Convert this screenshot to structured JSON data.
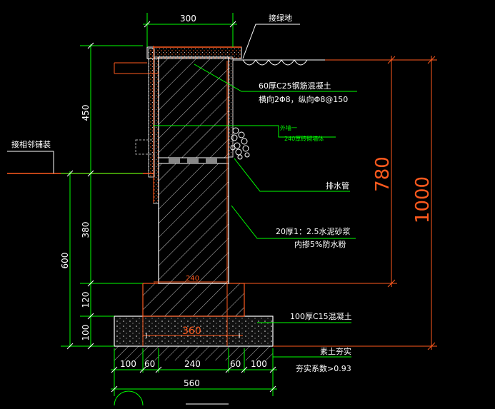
{
  "dims": {
    "top_width": "300",
    "h_450": "450",
    "h_380": "380",
    "h_600": "600",
    "h_120": "120",
    "h_100": "100",
    "footing_240": "240",
    "base_360": "360",
    "b_100a": "100",
    "b_60a": "60",
    "b_240": "240",
    "b_60b": "60",
    "b_100b": "100",
    "b_total": "560",
    "h_780": "780",
    "h_1000": "1000"
  },
  "labels": {
    "curb": "接绿地",
    "paving": "接相邻铺装",
    "cap_line1": "60厚C25钢筋混凝土",
    "cap_line2": "横向2Φ8，纵向Φ8@150",
    "green1": "外墙一",
    "green2": "240厚砖砌墙体",
    "drain": "排水管",
    "mortar_line1": "20厚1：2.5水泥砂浆",
    "mortar_line2": "内掺5%防水粉",
    "conc": "100厚C15混凝土",
    "soil_line1": "素土夯实",
    "soil_line2": "夯实系数>0.93"
  },
  "colors": {
    "dim": "#00ff00",
    "wall": "#ffffff",
    "annotation": "#ff5a1e",
    "leader": "#00ff00",
    "drainage": "#ffff00",
    "background": "#000000"
  }
}
